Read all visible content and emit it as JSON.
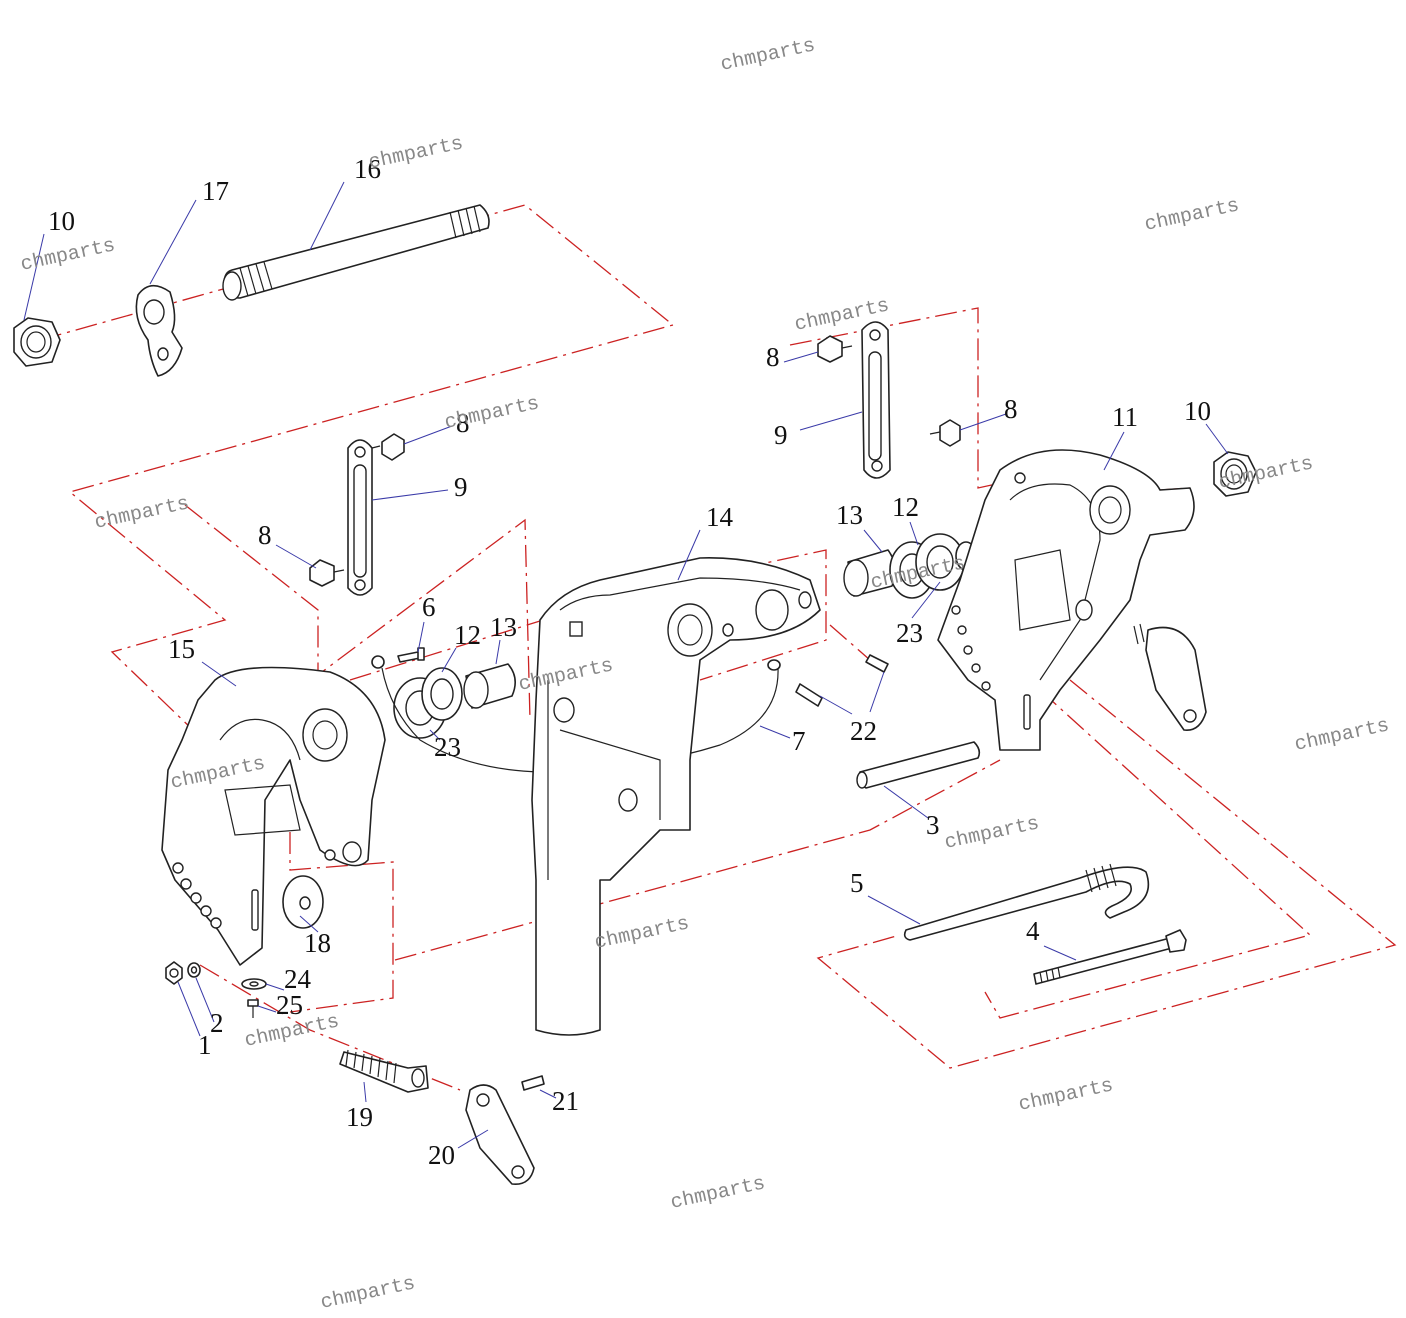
{
  "watermark": "chmparts",
  "colors": {
    "line": "#222222",
    "axis": "#cc2222",
    "leader": "#3a3aa8",
    "watermark": "#888888"
  },
  "labels": {
    "p1": "1",
    "p2": "2",
    "p3": "3",
    "p4": "4",
    "p5": "5",
    "p6": "6",
    "p7": "7",
    "p8a": "8",
    "p8b": "8",
    "p8c": "8",
    "p8d": "8",
    "p9a": "9",
    "p9b": "9",
    "p10a": "10",
    "p10b": "10",
    "p11": "11",
    "p12a": "12",
    "p12b": "12",
    "p13a": "13",
    "p13b": "13",
    "p14": "14",
    "p15": "15",
    "p16": "16",
    "p17": "17",
    "p18": "18",
    "p19": "19",
    "p20": "20",
    "p21": "21",
    "p22": "22",
    "p23a": "23",
    "p23b": "23",
    "p24": "24",
    "p25": "25"
  }
}
